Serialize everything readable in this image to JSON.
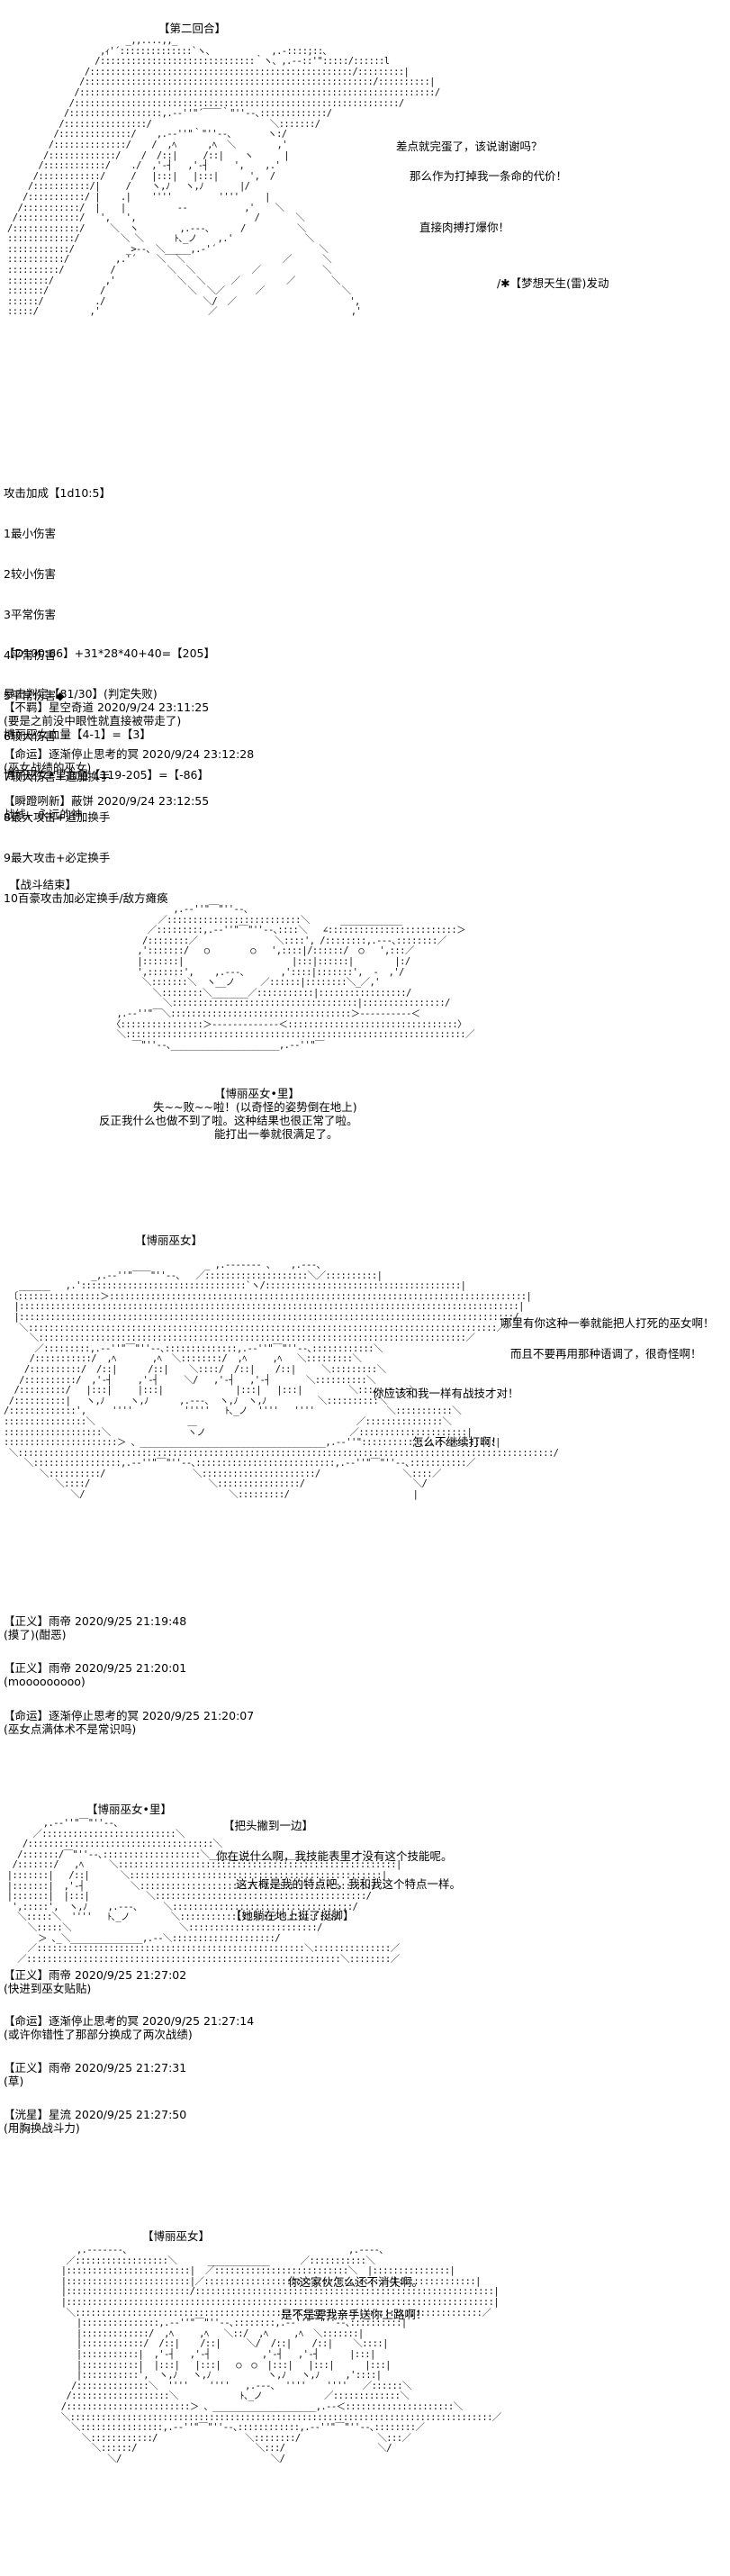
{
  "scene1": {
    "header": "【第二回合】",
    "dialogue": [
      "差点就完蛋了，该说谢谢吗？",
      "那么作为打掉我一条命的代价！",
      "直接肉搏打爆你！",
      "/✱【梦想天生(雷)发动"
    ]
  },
  "attack_table": [
    "攻击加成【1d10:5】",
    "1最小伤害",
    "2较小伤害",
    "3平常伤害",
    "4平常伤害",
    "5平常伤害◆",
    "6较大伤害",
    "7较大伤害+追加换手",
    "8最大攻击+追加换手",
    "9最大攻击+必定换手",
    "10百豪攻击加必定换手/敌方瘫痪"
  ],
  "damage_calc": [
    "【D100:66】+31*28*40+40=【205】",
    "暴击判定【81/30】(判定失败)",
    "博丽巫女血量【4-1】=【3】",
    "博丽巫女•里血量【119-205】=【-86】"
  ],
  "comments1": [
    {
      "user": "【不羁】星空奇道 2020/9/24 23:11:25",
      "text": "(要是之前没中眼性就直接被带走了)"
    },
    {
      "user": "【命运】逐渐停止思考的冥 2020/9/24 23:12:28",
      "text": "(巫女战绩的巫女)"
    },
    {
      "user": "【瞬蹬咧新】蔽饼 2020/9/24 23:12:55",
      "text": "战线，永远的神"
    }
  ],
  "scene2": {
    "header": "【战斗结束】",
    "speaker": "【博丽巫女•里】",
    "dialogue": [
      "失~~败~~啦！(以奇怪的姿势倒在地上)",
      "反正我什么也做不到了啦。这种结果也很正常了啦。",
      "能打出一拳就很满足了。"
    ]
  },
  "scene3": {
    "speaker": "【博丽巫女】",
    "dialogue": [
      "哪里有你这种一拳就能把人打死的巫女啊！",
      "而且不要再用那种语调了，很奇怪啊！",
      "你应该和我一样有战技才对！",
      "怎么不继续打啊！"
    ]
  },
  "comments2": [
    {
      "user": "【正义】雨帝 2020/9/25 21:19:48",
      "text": "(摸了)(酣恶)"
    },
    {
      "user": "【正义】雨帝 2020/9/25 21:20:01",
      "text": "(mooooooooo)"
    },
    {
      "user": "【命运】逐渐停止思考的冥 2020/9/25 21:20:07",
      "text": "(巫女点满体术不是常识吗)"
    }
  ],
  "scene4": {
    "speaker": "【博丽巫女•里】",
    "dialogue": [
      "【把头撇到一边】",
      "你在说什么啊，我技能表里才没有这个技能呢。",
      "这大概是我的特点吧，我和我这个特点一样。",
      "【她躺在地上挺了挺脚】"
    ]
  },
  "comments3": [
    {
      "user": "【正义】雨帝 2020/9/25 21:27:02",
      "text": "(快进到巫女贴贴)"
    },
    {
      "user": "【命运】逐渐停止思考的冥 2020/9/25 21:27:14",
      "text": "(或许你错性了那部分换成了两次战绩)"
    },
    {
      "user": "【正义】雨帝 2020/9/25 21:27:31",
      "text": "(草)"
    },
    {
      "user": "【洸星】星流 2020/9/25 21:27:50",
      "text": "(用胸换战斗力)"
    }
  ],
  "scene5": {
    "speaker": "【博丽巫女】",
    "dialogue": [
      "你这家伙怎么还不消失啊。",
      "是不是要我亲手送你上路啊！"
    ]
  }
}
